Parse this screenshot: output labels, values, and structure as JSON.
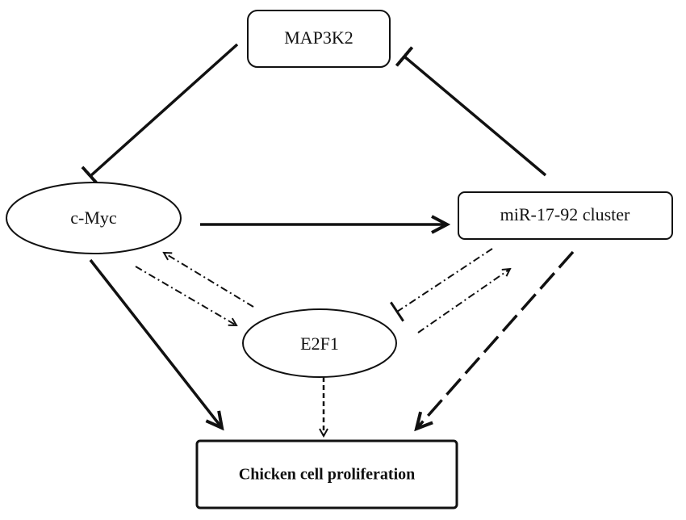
{
  "nodes": {
    "map3k2": {
      "label": "MAP3K2",
      "shape": "rounded-rect"
    },
    "cmyc": {
      "label": "c-Myc",
      "shape": "ellipse"
    },
    "mir": {
      "label": "miR-17-92 cluster",
      "shape": "rounded-rect"
    },
    "e2f1": {
      "label": "E2F1",
      "shape": "ellipse"
    },
    "prolif": {
      "label": "Chicken cell proliferation",
      "shape": "rect"
    }
  },
  "edges": [
    {
      "from": "MAP3K2",
      "to": "c-Myc",
      "type": "inhibition",
      "style": "solid"
    },
    {
      "from": "miR-17-92 cluster",
      "to": "MAP3K2",
      "type": "inhibition",
      "style": "solid"
    },
    {
      "from": "c-Myc",
      "to": "miR-17-92 cluster",
      "type": "activation",
      "style": "solid"
    },
    {
      "from": "c-Myc",
      "to": "Chicken cell proliferation",
      "type": "activation",
      "style": "solid"
    },
    {
      "from": "c-Myc",
      "to": "E2F1",
      "type": "activation",
      "style": "dash-dot"
    },
    {
      "from": "E2F1",
      "to": "c-Myc",
      "type": "activation",
      "style": "dash-dot"
    },
    {
      "from": "E2F1",
      "to": "miR-17-92 cluster",
      "type": "activation",
      "style": "dash-dot"
    },
    {
      "from": "miR-17-92 cluster",
      "to": "E2F1",
      "type": "inhibition",
      "style": "dash-dot"
    },
    {
      "from": "E2F1",
      "to": "Chicken cell proliferation",
      "type": "activation",
      "style": "short-dash"
    },
    {
      "from": "miR-17-92 cluster",
      "to": "Chicken cell proliferation",
      "type": "activation",
      "style": "long-dash"
    }
  ],
  "colors": {
    "stroke": "#111111",
    "background": "#ffffff"
  }
}
